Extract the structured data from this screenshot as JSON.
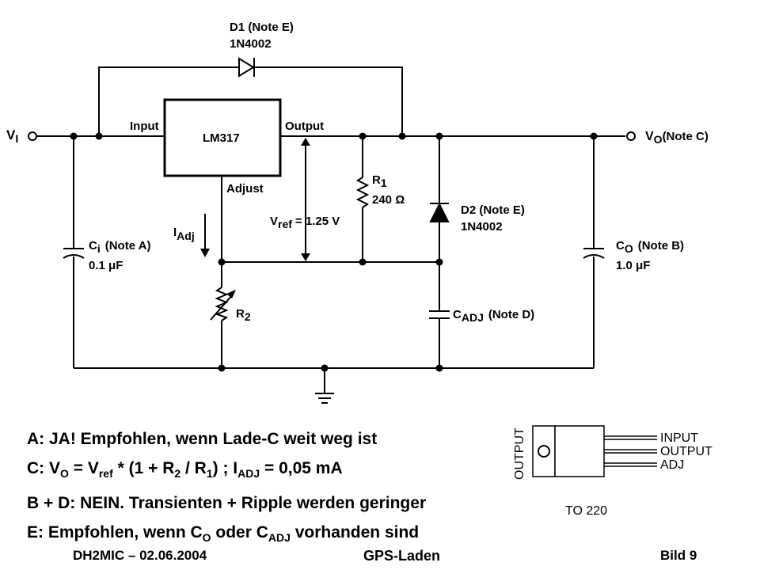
{
  "circuit": {
    "d1_label": "D1 (Note E)",
    "d1_part": "1N4002",
    "vin_label": "V",
    "vin_sub": "I",
    "input_label": "Input",
    "ic_label": "LM317",
    "output_label": "Output",
    "adjust_label": "Adjust",
    "vout_label": "V",
    "vout_sub": "O",
    "vout_note": "(Note C)",
    "r1_label": "R",
    "r1_sub": "1",
    "r1_value": "240  Ω",
    "vref_label": "V",
    "vref_sub": "ref",
    "vref_value": "= 1.25 V",
    "iadj_label": "I",
    "iadj_sub": "Adj",
    "d2_label": "D2 (Note E)",
    "d2_part": "1N4002",
    "ci_label": "C",
    "ci_sub": "i",
    "ci_note": "(Note A)",
    "ci_value": "0.1 μF",
    "co_label": "C",
    "co_sub": "O",
    "co_note": "(Note B)",
    "co_value": "1.0 μF",
    "r2_label": "R",
    "r2_sub": "2",
    "cadj_label": "C",
    "cadj_sub": "ADJ",
    "cadj_note": "(Note D)"
  },
  "notes": {
    "a": "A: JA! Empfohlen, wenn Lade-C weit weg ist",
    "c_1": "C: V",
    "c_1_sub": "O",
    "c_2": " = V",
    "c_2_sub": "ref",
    "c_3": " * (1 + R",
    "c_3_sub": "2",
    "c_4": " / R",
    "c_4_sub": "1",
    "c_5": ") ;   I",
    "c_5_sub": "ADJ",
    "c_6": " = 0,05 mA",
    "b": "B + D:  NEIN. Transienten + Ripple werden geringer",
    "e_1": "E: Empfohlen,  wenn C",
    "e_1_sub": "O",
    "e_2": " oder C",
    "e_2_sub": "ADJ",
    "e_3": " vorhanden sind"
  },
  "package": {
    "side_label": "OUTPUT",
    "pin1": "INPUT",
    "pin2": "OUTPUT",
    "pin3": "ADJ",
    "name": "TO 220"
  },
  "footer": {
    "left": "DH2MIC – 02.06.2004",
    "center": "GPS-Laden",
    "right": "Bild 9"
  }
}
